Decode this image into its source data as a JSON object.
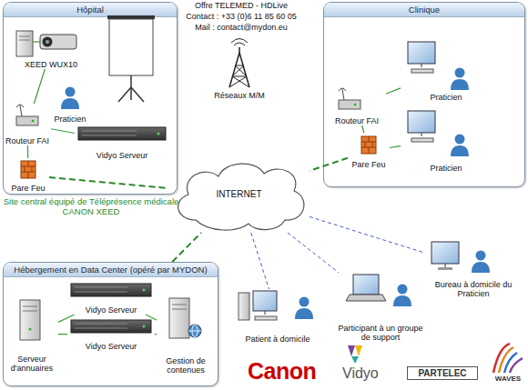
{
  "diagram": {
    "nodes": [
      {
        "text": [
          "Hôpital"
        ]
      },
      {
        "text": [
          "XEED WUX10"
        ],
        "in": 0
      },
      {
        "text": [
          "Praticien"
        ],
        "in": 0
      },
      {
        "text": [
          "Routeur FAI"
        ],
        "in": 0
      },
      {
        "text": [
          "Vidyo Serveur"
        ],
        "in": 0
      },
      {
        "text": [
          "Pare Feu"
        ],
        "in": 0
      },
      {
        "text": [
          "Clinique"
        ]
      },
      {
        "text": [
          "Praticien"
        ],
        "in": 6
      },
      {
        "text": [
          "Routeur FAI"
        ],
        "in": 6
      },
      {
        "text": [
          "Praticien"
        ],
        "in": 6
      },
      {
        "text": [
          "Pare Feu"
        ],
        "in": 6
      },
      {
        "text": [
          "Réseaux M/M"
        ]
      },
      {
        "text": [
          "INTERNET"
        ]
      },
      {
        "text": [
          "Hébergement en Data Center (opéré par MYDON)"
        ]
      },
      {
        "text": [
          "Serveur d'annuaires"
        ],
        "in": 13
      },
      {
        "text": [
          "Vidyo Serveur"
        ],
        "in": 13
      },
      {
        "text": [
          "Vidyo Serveur"
        ],
        "in": 13
      },
      {
        "text": [
          "Gestion de contenues"
        ],
        "in": 13
      },
      {
        "text": [
          "Patient à domicile"
        ]
      },
      {
        "text": [
          "Participant à un groupe de support"
        ]
      },
      {
        "text": [
          "Bureau à domicile du Praticien"
        ]
      }
    ],
    "edges": [
      {
        "from": 1,
        "to": 3,
        "arrow": "none"
      },
      {
        "from": 3,
        "to": 4,
        "arrow": "none"
      },
      {
        "from": 3,
        "to": 5,
        "arrow": "none"
      },
      {
        "from": 5,
        "to": 12,
        "arrow": "none"
      },
      {
        "from": 10,
        "to": 12,
        "arrow": "none"
      },
      {
        "from": 13,
        "to": 12,
        "arrow": "none"
      },
      {
        "from": 12,
        "to": 18,
        "arrow": "none"
      },
      {
        "from": 12,
        "to": 19,
        "arrow": "none"
      },
      {
        "from": 12,
        "to": 20,
        "arrow": "none"
      },
      {
        "from": 8,
        "to": 7,
        "arrow": "none"
      },
      {
        "from": 8,
        "to": 10,
        "arrow": "none"
      },
      {
        "from": 10,
        "to": 9,
        "arrow": "none"
      },
      {
        "from": 14,
        "to": 15,
        "arrow": "none"
      },
      {
        "from": 14,
        "to": 16,
        "arrow": "none"
      },
      {
        "from": 15,
        "to": 17,
        "arrow": "none"
      },
      {
        "from": 16,
        "to": 17,
        "arrow": "none"
      }
    ],
    "labels": [
      "Offre TELEMED - HDLive",
      "Contact : +33 (0)6 11 85 60 05",
      "Mail : contact@mydon.eu",
      "Site central équipé de Téléprésence médicale CANON XEED",
      "Canon",
      "Vidyo",
      "PARTELEC",
      "WAVES"
    ]
  }
}
